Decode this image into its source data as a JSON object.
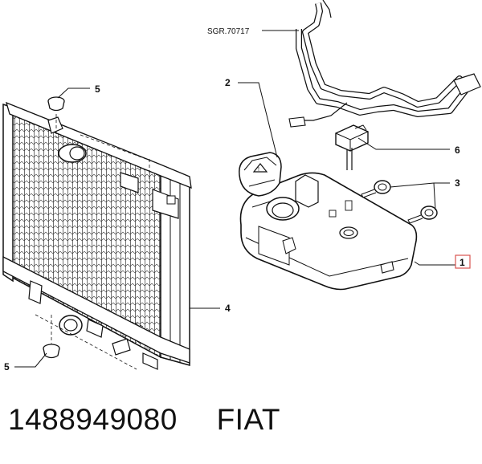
{
  "diagram": {
    "reference_code": "SGR.70717",
    "callouts": {
      "c1": "1",
      "c2": "2",
      "c3": "3",
      "c4": "4",
      "c5_top": "5",
      "c5_bottom": "5",
      "c6": "6"
    },
    "highlight_color": "#d9534f"
  },
  "caption": {
    "part_number": "1488949080",
    "brand": "FIAT"
  }
}
